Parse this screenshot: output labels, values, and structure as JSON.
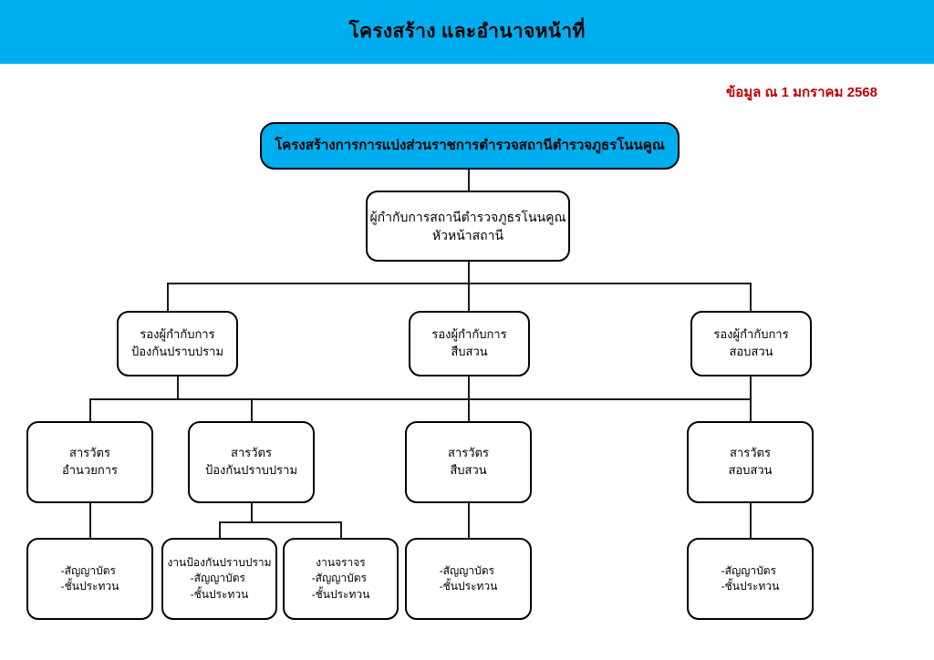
{
  "header": {
    "title": "โครงสร้าง และอำนาจหน้าที่",
    "bar_color": "#00AEEF",
    "date_stamp": "ข้อมูล ณ 1 มกราคม 2568",
    "date_color": "#C00000"
  },
  "chart_title_box": {
    "label": "โครงสร้างการการแบ่งส่วนราชการตำรวจสถานีตำรวจภูธรโนนคูณ",
    "fill": "#00AEEF"
  },
  "org": {
    "root": {
      "line1": "ผู้กำกับการสถานีตำรวจภูธรโนนคูณ",
      "line2": "หัวหน้าสถานี"
    },
    "deputies": [
      {
        "line1": "รองผู้กำกับการ",
        "line2": "ป้องกันปราบปราม"
      },
      {
        "line1": "รองผู้กำกับการ",
        "line2": "สืบสวน"
      },
      {
        "line1": "รองผู้กำกับการ",
        "line2": "สอบสวน"
      }
    ],
    "inspectors": [
      {
        "line1": "สารวัตร",
        "line2": "อำนวยการ"
      },
      {
        "line1": "สารวัตร",
        "line2": "ป้องกันปราบปราม"
      },
      {
        "line1": "สารวัตร",
        "line2": "สืบสวน"
      },
      {
        "line1": "สารวัตร",
        "line2": "สอบสวน"
      }
    ],
    "units": [
      {
        "head": "",
        "line1": "-สัญญาบัตร",
        "line2": "-ชั้นประทวน"
      },
      {
        "head": "งานป้องกันปราบปราม",
        "line1": "-สัญญาบัตร",
        "line2": "-ชั้นประทวน"
      },
      {
        "head": "งานจราจร",
        "line1": "-สัญญาบัตร",
        "line2": "-ชั้นประทวน"
      },
      {
        "head": "",
        "line1": "-สัญญาบัตร",
        "line2": "-ชั้นประทวน"
      },
      {
        "head": "",
        "line1": "-สัญญาบัตร",
        "line2": "-ชั้นประทวน"
      }
    ]
  }
}
